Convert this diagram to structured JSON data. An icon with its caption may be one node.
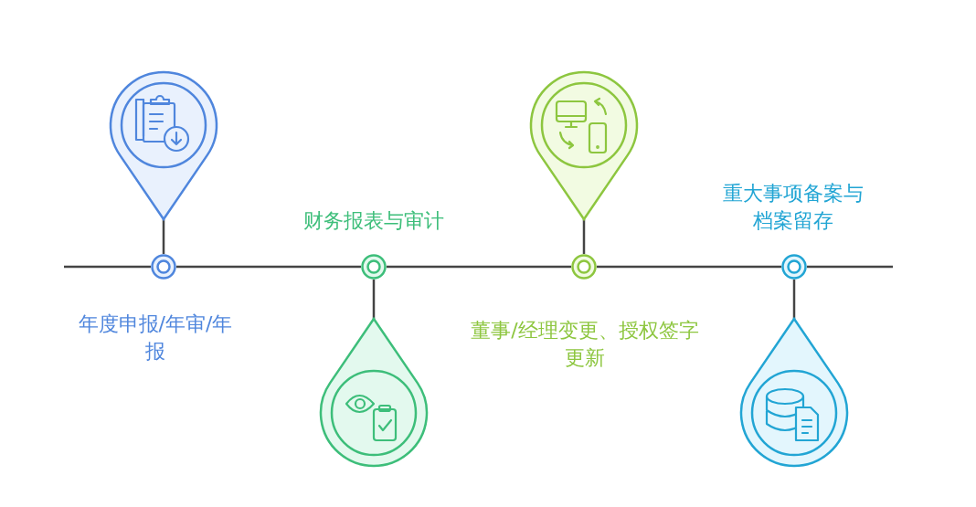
{
  "diagram": {
    "nodes": [
      {
        "text": [],
        "shape": "pin"
      },
      {
        "text": [],
        "shape": "circle",
        "beside": [
          "年度申报/年审/年报"
        ]
      },
      {
        "text": [],
        "shape": "circle",
        "beside": [
          "财务报表与审计"
        ]
      },
      {
        "text": [],
        "shape": "pin"
      },
      {
        "text": [],
        "shape": "pin"
      },
      {
        "text": [],
        "shape": "circle",
        "beside": [
          "董事/经理变更、授权签字更新"
        ]
      },
      {
        "text": [],
        "shape": "circle",
        "beside": [
          "重大事项备案与档案留存"
        ]
      },
      {
        "text": [],
        "shape": "pin"
      }
    ],
    "edges": [
      {
        "from": 0,
        "to": 1,
        "arrow": "none"
      },
      {
        "from": 1,
        "to": 2,
        "arrow": "none"
      },
      {
        "from": 2,
        "to": 3,
        "arrow": "none"
      },
      {
        "from": 2,
        "to": 5,
        "arrow": "none"
      },
      {
        "from": 4,
        "to": 5,
        "arrow": "none"
      },
      {
        "from": 5,
        "to": 6,
        "arrow": "none"
      },
      {
        "from": 6,
        "to": 7,
        "arrow": "none"
      }
    ]
  }
}
